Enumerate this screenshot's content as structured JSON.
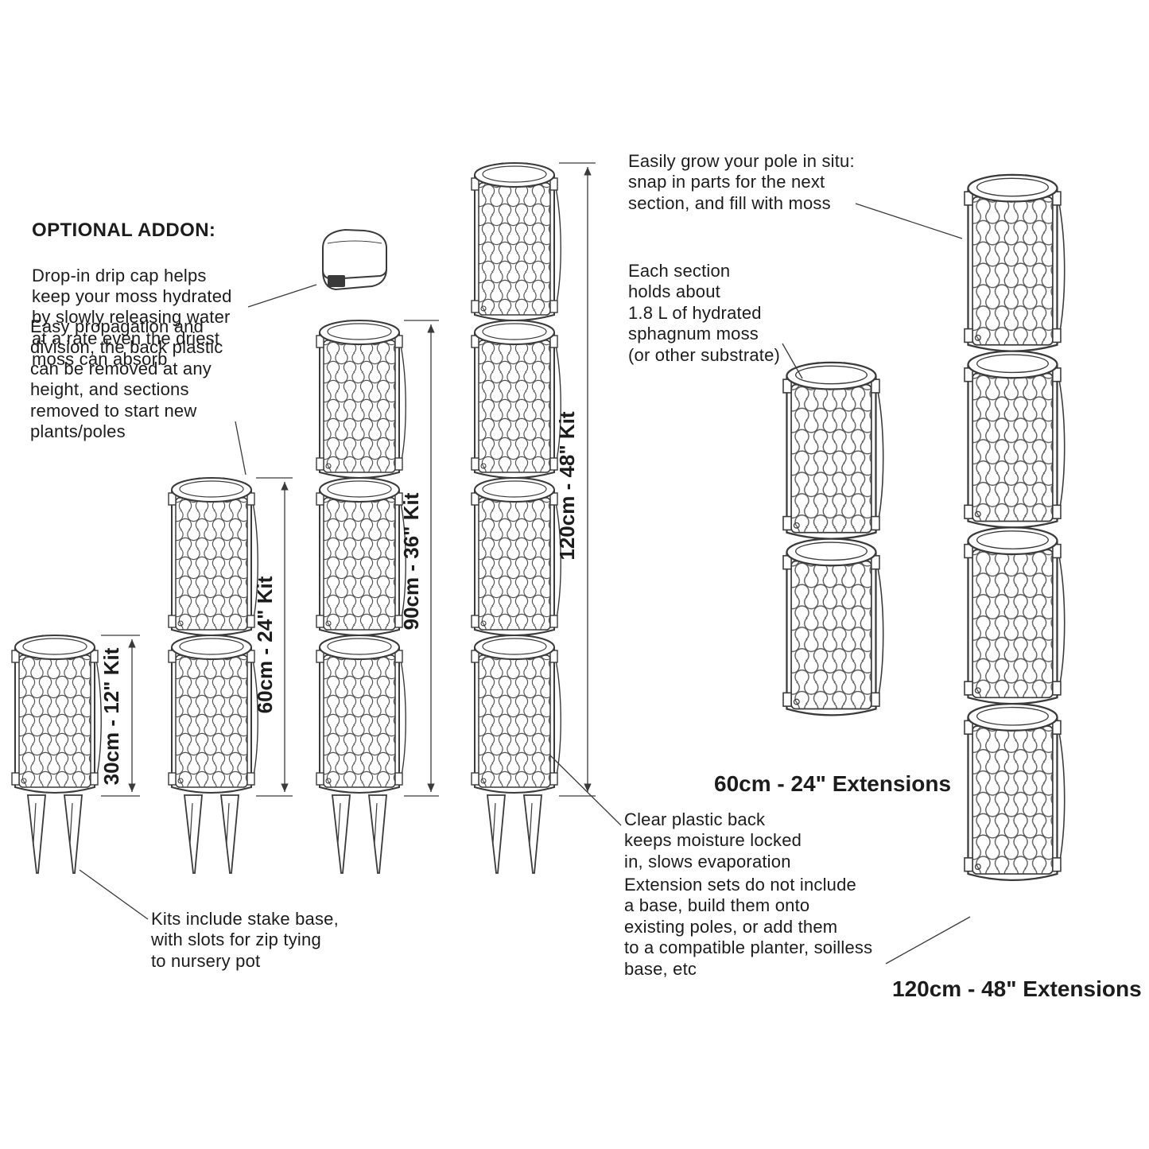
{
  "notes": {
    "optional_addon": {
      "title": "OPTIONAL ADDON:",
      "body": "Drop-in drip cap helps\nkeep your moss hydrated\nby slowly releasing water\nat a rate even the driest\nmoss can absorb"
    },
    "propagation": "Easy propagation and\ndivision, the back plastic\ncan be removed at any\nheight, and sections\nremoved to start new\nplants/poles",
    "grow_in_situ": "Easily grow your pole in situ:\nsnap in parts for the next\nsection, and fill with moss",
    "section_capacity": "Each section\nholds about\n1.8 L of hydrated\nsphagnum moss\n(or other substrate)",
    "clear_back": "Clear plastic back\nkeeps moisture locked\nin, slows evaporation",
    "extension_sets": "Extension sets do not include\na base, build them onto\nexisting poles, or add them\nto a compatible planter, soilless\nbase, etc",
    "stake_base": "Kits include stake base,\nwith slots for zip tying\nto nursery pot"
  },
  "kits": [
    {
      "label": "30cm - 12\" Kit",
      "sections": 1
    },
    {
      "label": "60cm - 24\" Kit",
      "sections": 2
    },
    {
      "label": "90cm - 36\" Kit",
      "sections": 3
    },
    {
      "label": "120cm - 48\" Kit",
      "sections": 4
    }
  ],
  "extensions": [
    {
      "label": "60cm - 24\" Extensions",
      "sections": 2
    },
    {
      "label": "120cm - 48\" Extensions",
      "sections": 4
    }
  ],
  "colors": {
    "line": "#3a3a3a",
    "text": "#1c1c1c",
    "background": "#ffffff"
  }
}
